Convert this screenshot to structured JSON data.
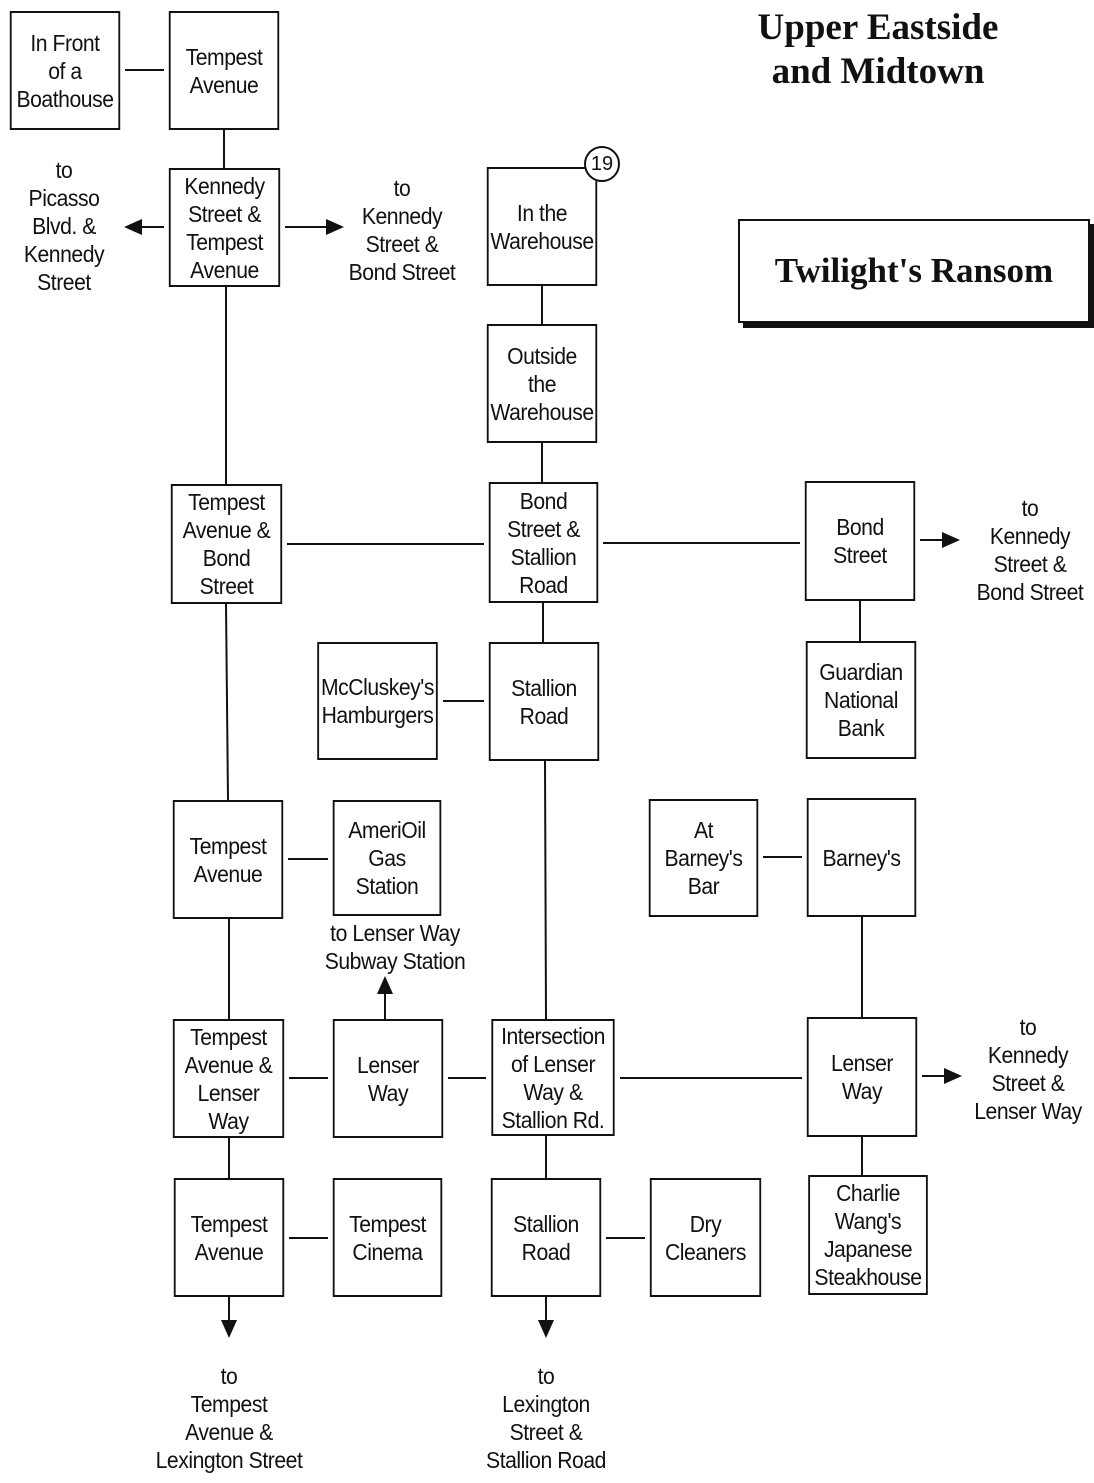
{
  "title": "Upper Eastside\nand Midtown",
  "game_title": "Twilight's Ransom",
  "badge": "19",
  "rooms": [
    {
      "id": "boathouse",
      "label": "In Front\nof a\nBoathouse"
    },
    {
      "id": "tempest-top",
      "label": "Tempest\nAvenue"
    },
    {
      "id": "kennedy-tempest",
      "label": "Kennedy\nStreet &\nTempest\nAvenue"
    },
    {
      "id": "warehouse-in",
      "label": "In the\nWarehouse"
    },
    {
      "id": "warehouse-out",
      "label": "Outside\nthe\nWarehouse"
    },
    {
      "id": "tempest-bond",
      "label": "Tempest\nAvenue &\nBond\nStreet"
    },
    {
      "id": "bond-stallion",
      "label": "Bond\nStreet &\nStallion\nRoad"
    },
    {
      "id": "bond-street",
      "label": "Bond\nStreet"
    },
    {
      "id": "mccluskeys",
      "label": "McCluskey's\nHamburgers"
    },
    {
      "id": "stallion-mid",
      "label": "Stallion\nRoad"
    },
    {
      "id": "guardian-bank",
      "label": "Guardian\nNational\nBank"
    },
    {
      "id": "tempest-mid",
      "label": "Tempest\nAvenue"
    },
    {
      "id": "amerioil",
      "label": "AmeriOil\nGas\nStation"
    },
    {
      "id": "barneys-bar",
      "label": "At\nBarney's\nBar"
    },
    {
      "id": "barneys",
      "label": "Barney's"
    },
    {
      "id": "tempest-lenser",
      "label": "Tempest\nAvenue &\nLenser\nWay"
    },
    {
      "id": "lenser-way-w",
      "label": "Lenser\nWay"
    },
    {
      "id": "lenser-stallion",
      "label": "Intersection\nof Lenser\nWay &\nStallion Rd."
    },
    {
      "id": "lenser-way-e",
      "label": "Lenser\nWay"
    },
    {
      "id": "tempest-bottom",
      "label": "Tempest\nAvenue"
    },
    {
      "id": "tempest-cinema",
      "label": "Tempest\nCinema"
    },
    {
      "id": "stallion-bottom",
      "label": "Stallion\nRoad"
    },
    {
      "id": "dry-cleaners",
      "label": "Dry\nCleaners"
    },
    {
      "id": "charlie-wang",
      "label": "Charlie\nWang's\nJapanese\nSteakhouse"
    }
  ],
  "exits": [
    {
      "id": "to-picasso",
      "label": "to\nPicasso\nBlvd. &\nKennedy\nStreet"
    },
    {
      "id": "to-kennedy-bond-top",
      "label": "to\nKennedy\nStreet &\nBond Street"
    },
    {
      "id": "to-kennedy-bond-right",
      "label": "to\nKennedy\nStreet &\nBond Street"
    },
    {
      "id": "to-lenser-subway",
      "label": "to Lenser Way\nSubway Station"
    },
    {
      "id": "to-kennedy-lenser",
      "label": "to\nKennedy\nStreet &\nLenser Way"
    },
    {
      "id": "to-tempest-lexington",
      "label": "to\nTempest\nAvenue &\nLexington Street"
    },
    {
      "id": "to-lexington-stallion",
      "label": "to\nLexington\nStreet &\nStallion Road"
    }
  ]
}
